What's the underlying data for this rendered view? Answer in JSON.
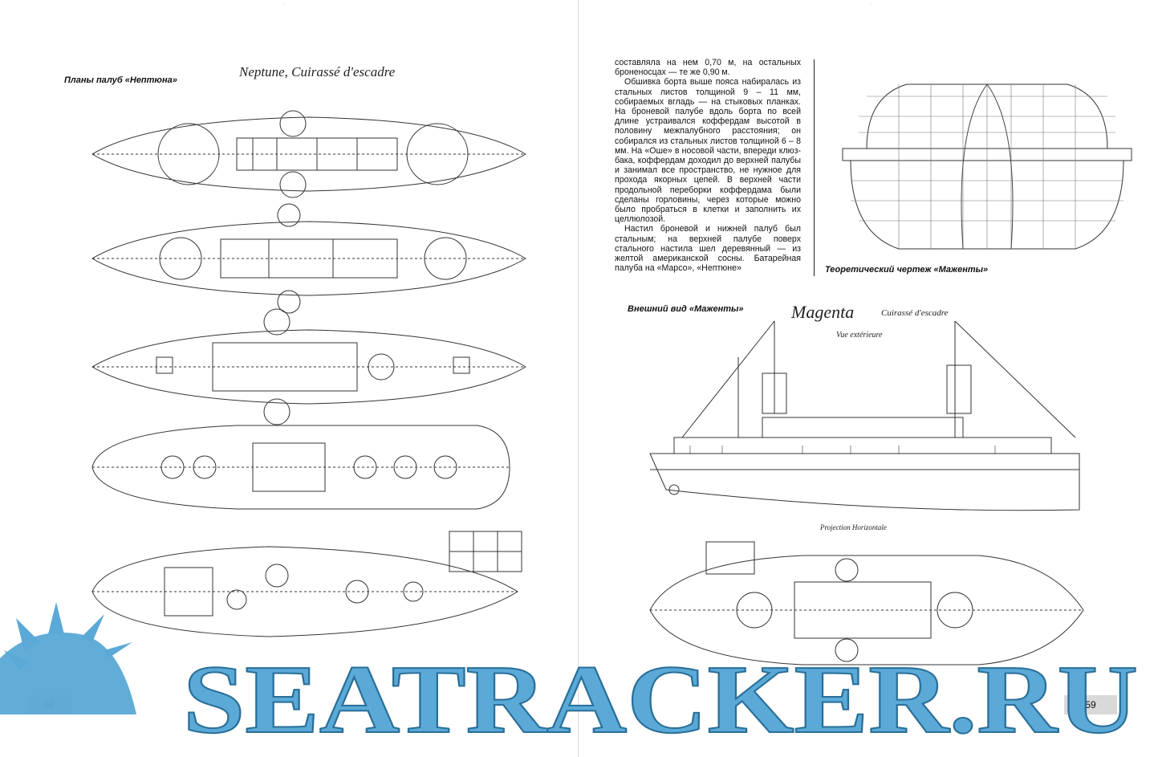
{
  "left_page": {
    "caption": "Планы палуб «Нептюна»",
    "plan_title": "Neptune, Cuirassé d'escadre",
    "page_number": "58"
  },
  "right_page": {
    "body_paragraphs": [
      "составляла на нем 0,70 м, на остальных броненосцах — те же 0,90 м.",
      "Обшивка борта выше пояса набиралась из стальных листов толщиной 9 – 11 мм, собираемых вгладь — на стыковых планках. На броневой палубе вдоль борта по всей длине устраивался коффердам высотой в половину межпалубного расстояния; он собирался из стальных листов толщиной 6 – 8 мм. На «Оше» в носовой части, впереди клюз-бака, коффердам доходил до верхней палубы и занимал все пространство, не нужное для прохода якорных цепей. В верхней части продольной переборки коффердама были сделаны горловины, через которые можно было пробраться в клетки и заполнить их целлюлозой.",
      "Настил броневой и нижней палуб был стальным; на верхней палубе поверх стального настила шел деревянный — из желтой американской сосны. Батарейная палуба на «Марсо», «Нептюне»"
    ],
    "theoretical_caption": "Теоретический чертеж «Маженты»",
    "exterior_caption": "Внешний вид «Маженты»",
    "magenta_title": "Magenta",
    "magenta_subtitle": "Cuirassé d'escadre",
    "magenta_view": "Vue extérieure",
    "projection_label": "Projection Horizontale",
    "page_number": "59"
  },
  "watermark": {
    "text": "SEATRACKER.RU",
    "color": "#5aa9d6"
  }
}
